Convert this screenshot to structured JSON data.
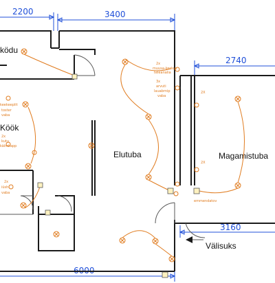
{
  "dimensions": {
    "top_left": "2200",
    "top_middle": "3400",
    "right_top": "2740",
    "right_mid": "3160",
    "bottom": "6000"
  },
  "rooms": {
    "esik": "ködu",
    "kook": "Köök",
    "elutuba": "Elutuba",
    "magamistuba": "Magamistuba",
    "valisuks": "Välisuks"
  },
  "annotations": {
    "elutuba_switch": [
      "2x",
      "muusa-keskus",
      "teleanalia",
      "3x",
      "arvuti",
      "lauabrnip",
      "vaba"
    ],
    "kook_counter": [
      "keekeeplit",
      "toster",
      "vaba"
    ],
    "kook_left": [
      "2x",
      "kutu",
      "kälmkapp"
    ],
    "lower_left": [
      "2x",
      "iüsh",
      "vaba"
    ],
    "bed_2x_top": "2X",
    "bed_2x_mid": "2X",
    "bed_temp": "emmendatov"
  },
  "colors": {
    "walls": "#1a1a1a",
    "dimensions": "#1f4fd8",
    "electrical": "#e07b1e"
  }
}
